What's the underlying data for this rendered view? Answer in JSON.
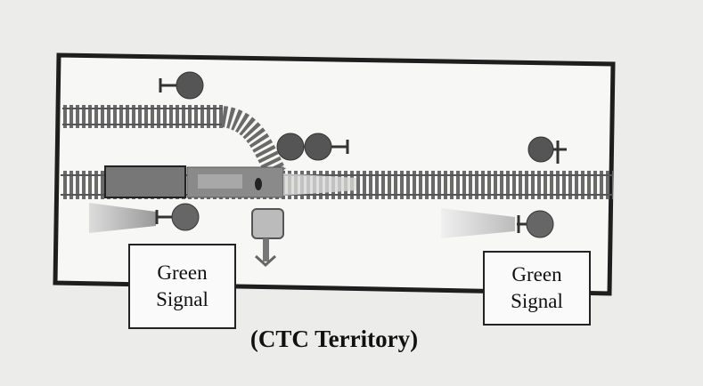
{
  "labels": {
    "left_box": {
      "line1": "Green",
      "line2": "Signal"
    },
    "right_box": {
      "line1": "Green",
      "line2": "Signal"
    },
    "caption": "(CTC Territory)"
  },
  "colors": {
    "frame": "#1e1e1e",
    "signal": "#555555",
    "track": "#666666",
    "train": "#777777"
  }
}
